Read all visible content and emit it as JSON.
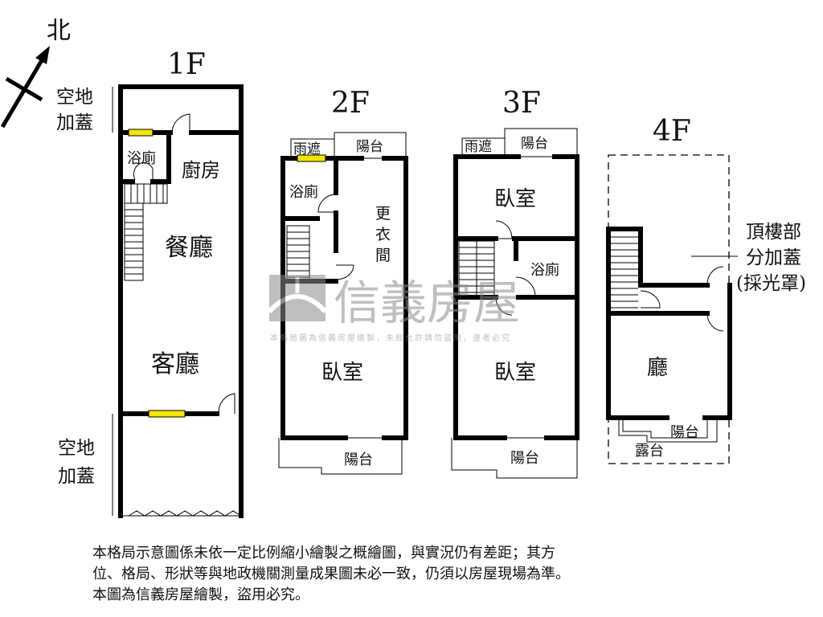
{
  "compass": {
    "north_label": "北"
  },
  "floors": {
    "f1": {
      "title": "1F",
      "top_extension": [
        "空地",
        "加蓋"
      ],
      "bottom_extension": [
        "空地",
        "加蓋"
      ],
      "rooms": {
        "bath": "浴廁",
        "kitchen": "廚房",
        "dining": "餐廳",
        "living": "客廳"
      }
    },
    "f2": {
      "title": "2F",
      "rooms": {
        "canopy": "雨遮",
        "balcony_top": "陽台",
        "bath": "浴廁",
        "closet": [
          "更",
          "衣",
          "間"
        ],
        "bedroom": "臥室",
        "balcony_bottom": "陽台"
      }
    },
    "f3": {
      "title": "3F",
      "rooms": {
        "canopy": "雨遮",
        "balcony_top": "陽台",
        "bedroom_top": "臥室",
        "bath": "浴廁",
        "bedroom_bottom": "臥室",
        "balcony_bottom": "陽台"
      }
    },
    "f4": {
      "title": "4F",
      "rooms": {
        "hall": "廳",
        "balcony": "陽台",
        "terrace": "露台"
      },
      "annotation": [
        "頂樓部",
        "分加蓋",
        "(採光罩)"
      ]
    }
  },
  "watermark": {
    "brand": "信義房屋",
    "notice": "本格局圖為信義房屋繪製，未經允許請勿盜用，違者必究"
  },
  "disclaimer": [
    "本格局示意圖係未依一定比例縮小繪製之概繪圖，與實況仍有差距；其方",
    "位、格局、形狀等與地政機關測量成果圖未必一致，仍須以房屋現場為準。",
    "本圖為信義房屋繪製，盜用必究。"
  ],
  "colors": {
    "window": "#f2e600",
    "wall": "#000000",
    "watermark": "#8c8c8c"
  }
}
